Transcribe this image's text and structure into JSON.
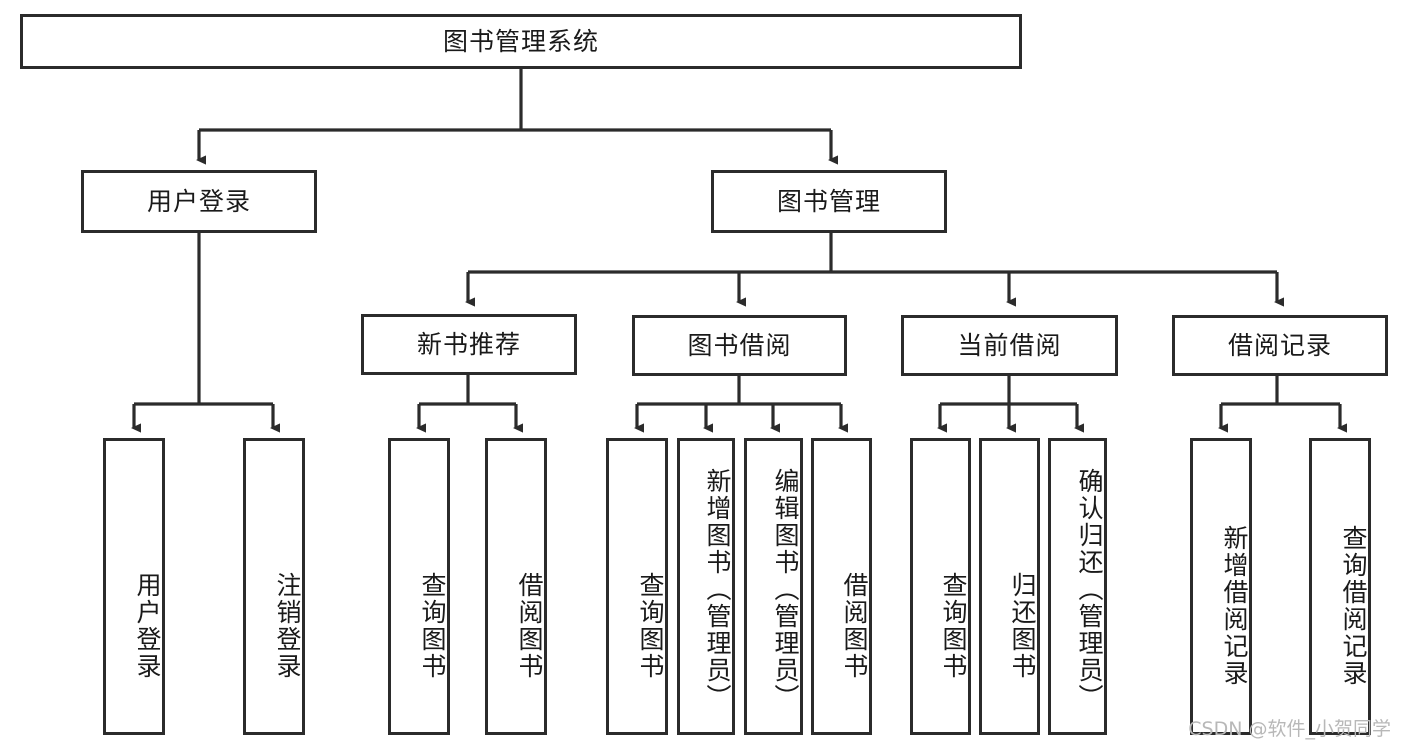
{
  "diagram": {
    "title": "图书管理系统",
    "type": "tree-hierarchy-diagram",
    "root": {
      "id": "root",
      "label": "图书管理系统"
    },
    "level2": [
      {
        "id": "user-login",
        "label": "用户登录"
      },
      {
        "id": "book-management",
        "label": "图书管理"
      }
    ],
    "level3": [
      {
        "id": "new-book-recommend",
        "label": "新书推荐",
        "parent": "book-management"
      },
      {
        "id": "book-borrow",
        "label": "图书借阅",
        "parent": "book-management"
      },
      {
        "id": "current-borrow",
        "label": "当前借阅",
        "parent": "book-management"
      },
      {
        "id": "borrow-record",
        "label": "借阅记录",
        "parent": "book-management"
      }
    ],
    "leaves": {
      "user_login": [
        {
          "id": "leaf-user-login",
          "label": "用户登录"
        },
        {
          "id": "leaf-user-logout",
          "label": "注销登录"
        }
      ],
      "new_book_recommend": [
        {
          "id": "leaf-query-book-1",
          "label": "查询图书"
        },
        {
          "id": "leaf-borrow-book-1",
          "label": "借阅图书"
        }
      ],
      "book_borrow": [
        {
          "id": "leaf-query-book-2",
          "label": "查询图书"
        },
        {
          "id": "leaf-add-book",
          "label": "新增图书（管理员）"
        },
        {
          "id": "leaf-edit-book",
          "label": "编辑图书（管理员）"
        },
        {
          "id": "leaf-borrow-book-2",
          "label": "借阅图书"
        }
      ],
      "current_borrow": [
        {
          "id": "leaf-query-book-3",
          "label": "查询图书"
        },
        {
          "id": "leaf-return-book",
          "label": "归还图书"
        },
        {
          "id": "leaf-confirm-return",
          "label": "确认归还（管理员）"
        }
      ],
      "borrow_record": [
        {
          "id": "leaf-add-record",
          "label": "新增借阅记录"
        },
        {
          "id": "leaf-query-record",
          "label": "查询借阅记录"
        }
      ]
    }
  },
  "watermark": {
    "text": "CSDN @软件_小贺同学"
  },
  "colors": {
    "stroke": "#2b2b2b",
    "background": "#ffffff",
    "text": "#1a1a1a",
    "watermark": "#b8b8b8"
  }
}
